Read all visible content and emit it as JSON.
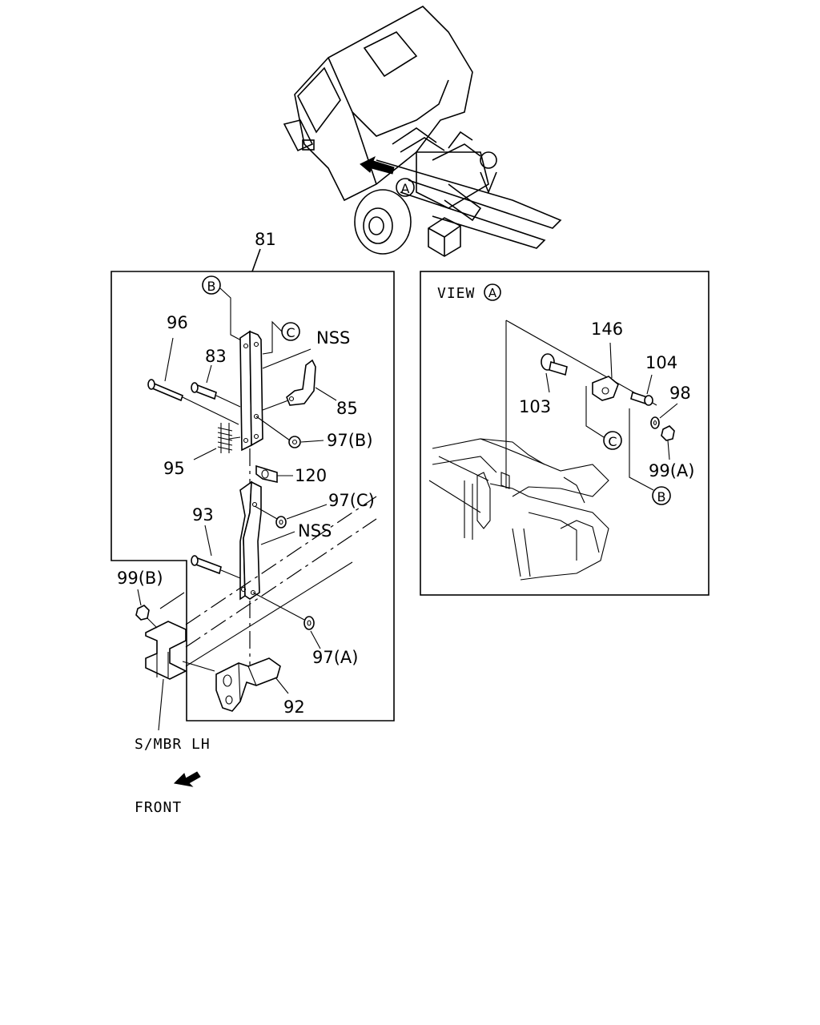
{
  "labels": {
    "assy": "81",
    "p96": "96",
    "p83": "83",
    "p85": "85",
    "p95": "95",
    "p97b": "97(B)",
    "p120": "120",
    "p97c": "97(C)",
    "p93": "93",
    "nss1": "NSS",
    "nss2": "NSS",
    "p99b": "99(B)",
    "p97a": "97(A)",
    "p92": "92",
    "p146": "146",
    "p104": "104",
    "p98": "98",
    "p103": "103",
    "p99a": "99(A)",
    "view": "VIEW",
    "smbr": "S/MBR LH",
    "front": "FRONT"
  },
  "callouts": {
    "a_top": "A",
    "b_left": "B",
    "c_left": "C",
    "a_view": "A",
    "c_right": "C",
    "b_right": "B"
  },
  "icons": [
    "arrow-left-icon",
    "arrow-down-left-icon"
  ]
}
